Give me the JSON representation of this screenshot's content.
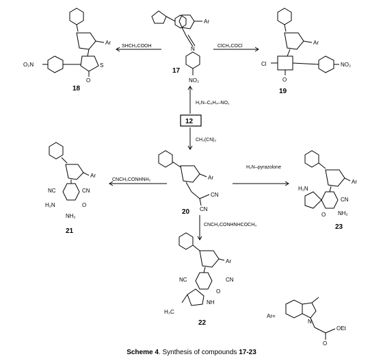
{
  "caption": {
    "prefix": "Scheme 4",
    "text": ". Synthesis of compounds ",
    "range": "17-23"
  },
  "compounds": {
    "c12": "12",
    "c17": "17",
    "c18": "18",
    "c19": "19",
    "c20": "20",
    "c21": "21",
    "c22": "22",
    "c23": "23"
  },
  "reagents": {
    "to18": "SHCH₂COOH",
    "to19": "ClCH₂COCl",
    "to17": "H₂N–C₆H₄–NO₂",
    "to20": "CH₂(CN)₂",
    "to21": "CNCH₂CONHNH₂",
    "to22": "CNCH₂CONHNHCOCH₃",
    "to23": "H₂N–pyrazolone"
  },
  "atoms": {
    "Ar": "Ar",
    "N": "N",
    "O": "O",
    "S": "S",
    "Cl": "Cl",
    "NO2": "NO₂",
    "O2N": "O₂N",
    "H2N": "H₂N",
    "NH2": "NH₂",
    "NH": "NH",
    "CN": "CN",
    "NC": "NC",
    "H3C": "H₃C",
    "OEt": "OEt",
    "H2N2": "H₂N",
    "Areq": "Ar="
  }
}
